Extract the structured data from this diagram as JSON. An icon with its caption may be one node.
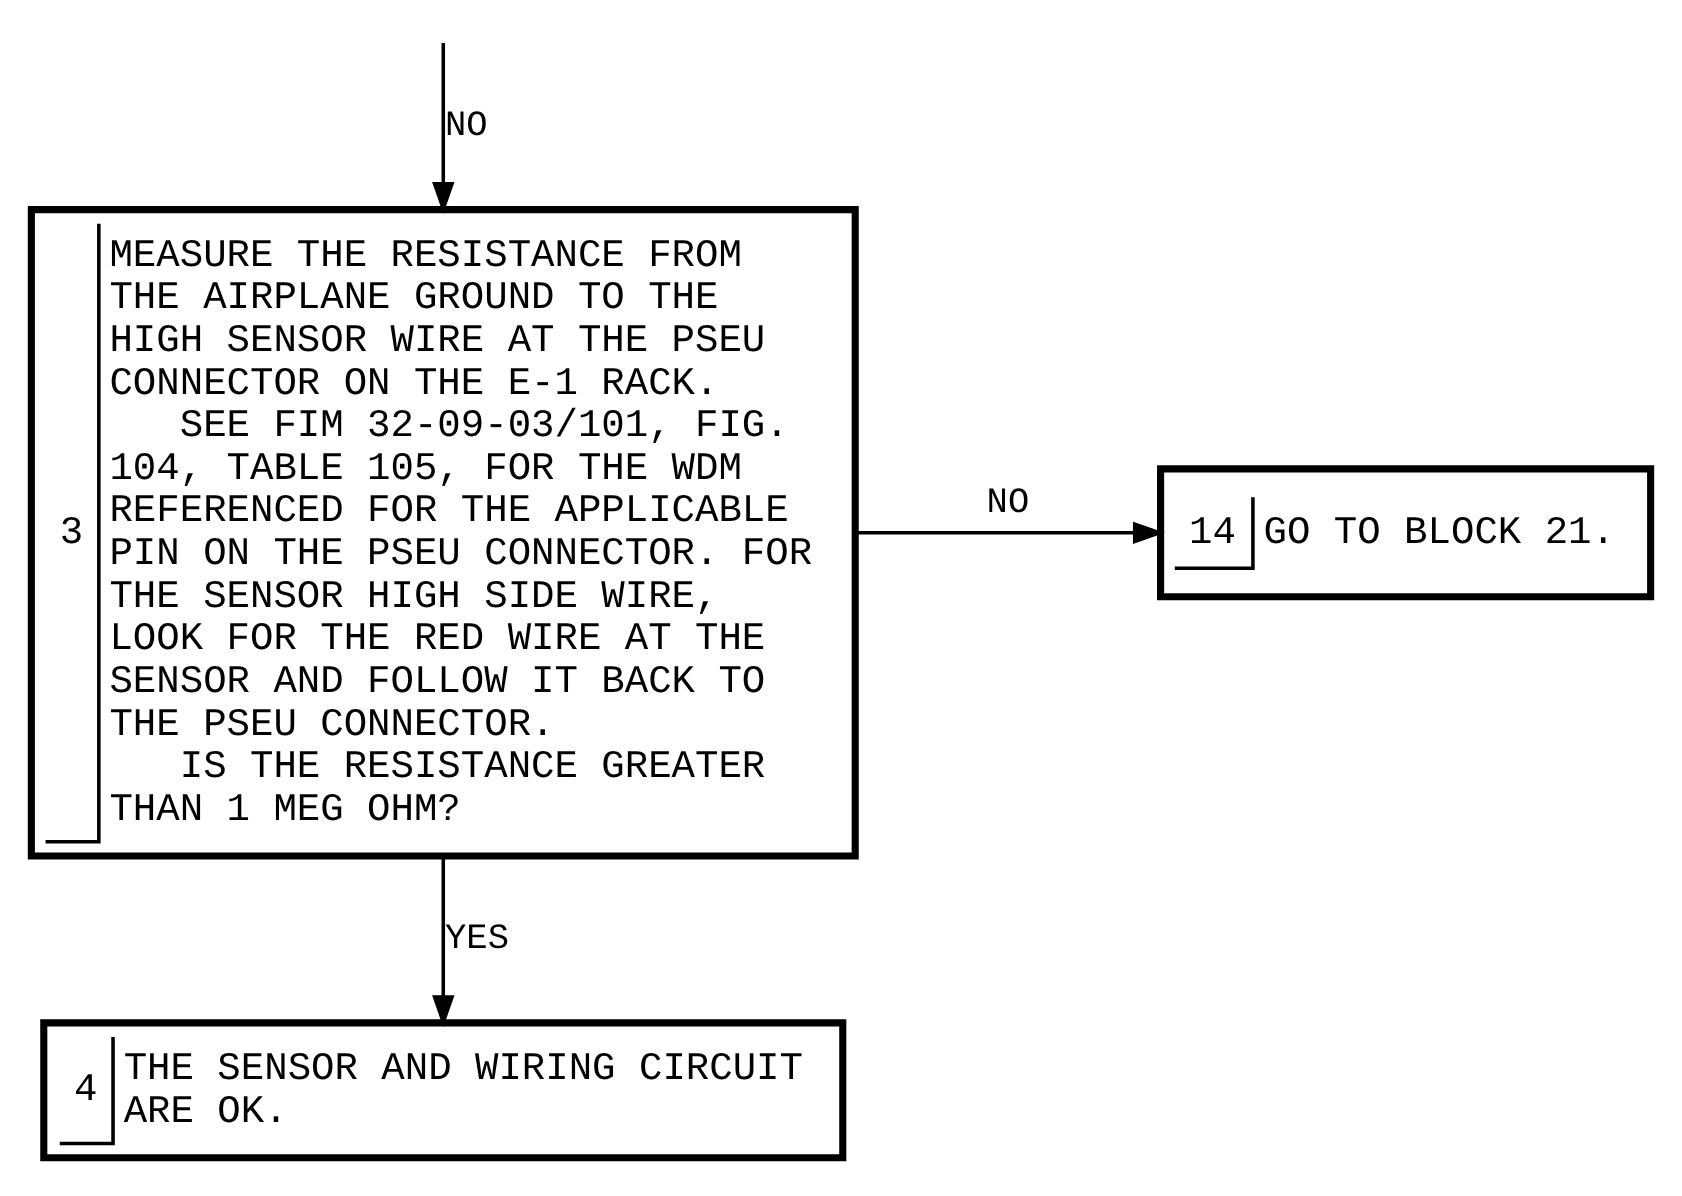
{
  "diagram": {
    "nodes": [
      {
        "text": [
          "3",
          "MEASURE THE RESISTANCE FROM THE AIRPLANE GROUND TO THE HIGH SENSOR WIRE AT THE PSEU CONNECTOR ON THE E-1 RACK.",
          "SEE FIM 32-09-03/101, FIG. 104, TABLE 105, FOR THE WDM REFERENCED FOR THE APPLICABLE PIN ON THE PSEU CONNECTOR. FOR THE SENSOR HIGH SIDE WIRE, LOOK FOR THE RED WIRE AT THE SENSOR AND FOLLOW IT BACK TO THE PSEU CONNECTOR.",
          "IS THE RESISTANCE GREATER THAN 1 MEG OHM?"
        ]
      },
      {
        "text": [
          "14",
          "GO TO BLOCK 21."
        ]
      },
      {
        "text": [
          "4",
          "THE SENSOR AND WIRING CIRCUIT ARE OK."
        ]
      }
    ],
    "edges": [
      {
        "from": null,
        "to": 0,
        "arrow": "to",
        "label": "NO"
      },
      {
        "from": 0,
        "to": 1,
        "arrow": "to",
        "label": "NO"
      },
      {
        "from": 0,
        "to": 2,
        "arrow": "to",
        "label": "YES"
      }
    ]
  }
}
